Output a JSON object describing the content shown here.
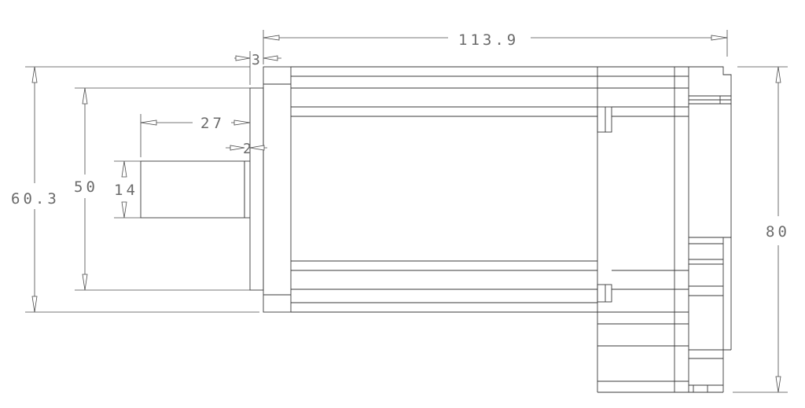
{
  "dimensions": {
    "overall_length": "113.9",
    "flange_thickness": "3",
    "shaft_length": "27",
    "pilot_depth": "2",
    "shaft_diameter": "14",
    "pilot_diameter": "50",
    "bolt_circle": "60.3",
    "body_height": "80"
  }
}
